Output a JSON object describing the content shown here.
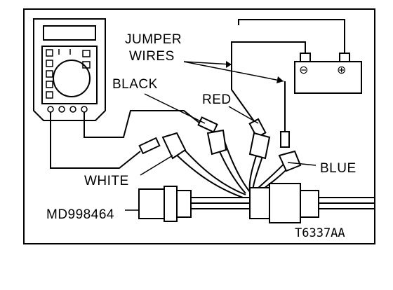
{
  "labels": {
    "jumper_line1": "JUMPER",
    "jumper_line2": "WIRES",
    "black": "BLACK",
    "red": "RED",
    "blue": "BLUE",
    "white": "WHITE",
    "part_number": "MD998464",
    "figure_code": "T6337AA"
  },
  "battery": {
    "negative_symbol": "⊖",
    "positive_symbol": "⊕"
  },
  "icons": {
    "multimeter": "multimeter-icon",
    "battery": "battery-icon",
    "connector": "connector-icon"
  }
}
